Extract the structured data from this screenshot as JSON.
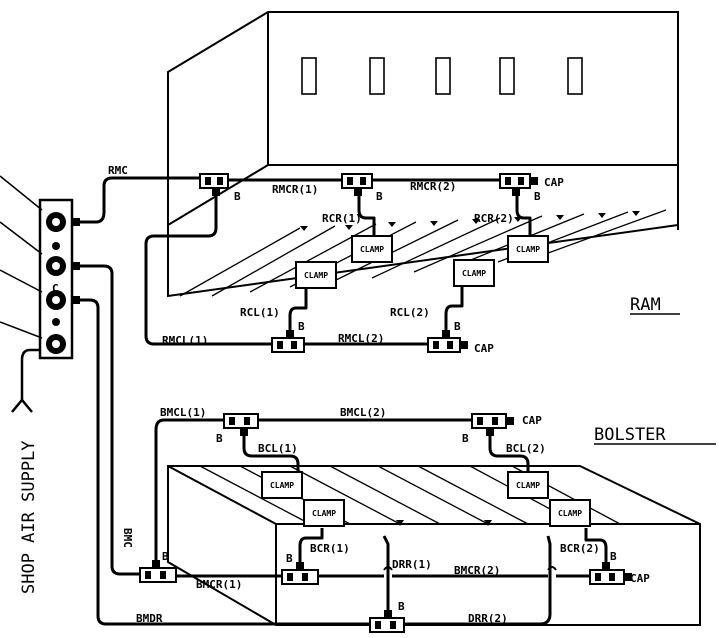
{
  "labels": {
    "ram": "RAM",
    "bolster": "BOLSTER",
    "shop_air": "SHOP AIR SUPPLY",
    "manifold_c": "C",
    "rmc": "RMC",
    "rmcr1": "RMCR(1)",
    "rmcr2": "RMCR(2)",
    "rcr1": "RCR(1)",
    "rcr2": "RCR(2)",
    "rcl1": "RCL(1)",
    "rcl2": "RCL(2)",
    "rmcl1": "RMCL(1)",
    "rmcl2": "RMCL(2)",
    "bmcl1": "BMCL(1)",
    "bmcl2": "BMCL(2)",
    "bcl1": "BCL(1)",
    "bcl2": "BCL(2)",
    "bmc": "BMC",
    "bcr1": "BCR(1)",
    "bcr2": "BCR(2)",
    "bmcr1": "BMCR(1)",
    "bmcr2": "BMCR(2)",
    "drr1": "DRR(1)",
    "drr2": "DRR(2)",
    "bmdr": "BMDR",
    "b": "B",
    "cap": "CAP",
    "clamp": "CLAMP"
  },
  "colors": {
    "line": "#000000",
    "background": "#ffffff"
  }
}
